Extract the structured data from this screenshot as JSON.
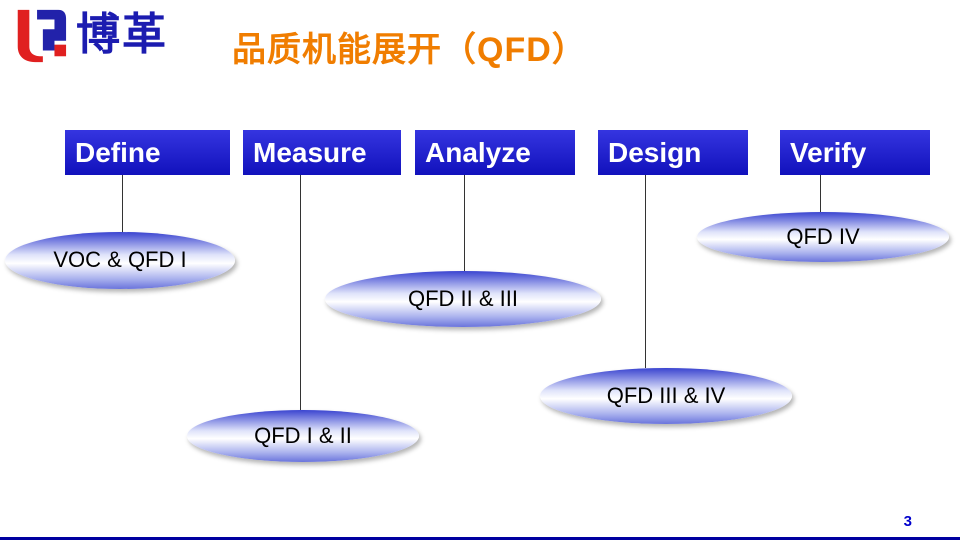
{
  "slide": {
    "logo_text": "博革",
    "title": "品质机能展开（QFD）",
    "page_number": "3"
  },
  "phases": [
    {
      "label": "Define"
    },
    {
      "label": "Measure"
    },
    {
      "label": "Analyze"
    },
    {
      "label": "Design"
    },
    {
      "label": "Verify"
    }
  ],
  "bubbles": [
    {
      "label": "VOC & QFD I",
      "connects_to": "Define"
    },
    {
      "label": "QFD I & II",
      "connects_to": "Measure"
    },
    {
      "label": "QFD II & III",
      "connects_to": "Analyze"
    },
    {
      "label": "QFD III & IV",
      "connects_to": "Design"
    },
    {
      "label": "QFD IV",
      "connects_to": "Verify"
    }
  ],
  "colors": {
    "title_orange": "#f07d00",
    "phase_blue": "#1515c8",
    "ellipse_blue": "#3a44d0",
    "footer_blue": "#0000a0",
    "page_number_blue": "#0000cc",
    "logo_blue": "#1c1cb0",
    "logo_red": "#e02020"
  }
}
